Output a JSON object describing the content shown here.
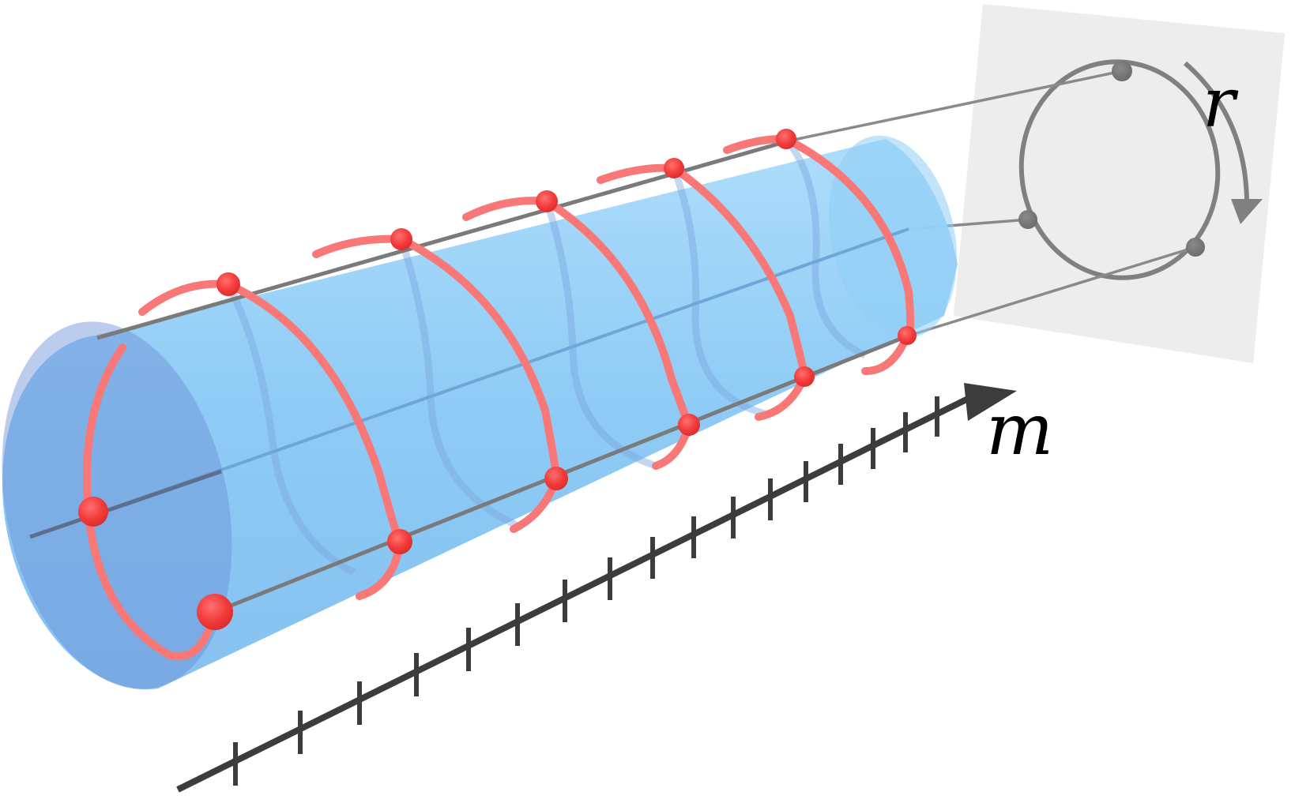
{
  "diagram": {
    "title": "",
    "description": "Translucent cylinder wrapped by a helix; lattice sites along three rails project onto a ring (synthetic dimension r) while the axis along the cylinder is the real-space dimension m",
    "labels": {
      "ring_dimension": "r",
      "axis_dimension": "m"
    },
    "colors": {
      "cylinder_fill": "#7cc4f4",
      "cylinder_end_cap": "#6f9fdd",
      "helix": "#f87878",
      "site": "#f43f3f",
      "rail": "#7a7a7a",
      "projection_plane": "#ececec",
      "projection_ring": "#808080",
      "axis": "#3c3c3c",
      "background": "#ffffff"
    },
    "axis": {
      "tick_count": 17,
      "has_arrowhead": true
    },
    "projection": {
      "ring_sites": 3,
      "rotation_arrow": "clockwise"
    },
    "helix": {
      "turns": 6,
      "sites_top_rail": 5,
      "sites_middle_rail": 1,
      "sites_bottom_rail": 6
    }
  }
}
